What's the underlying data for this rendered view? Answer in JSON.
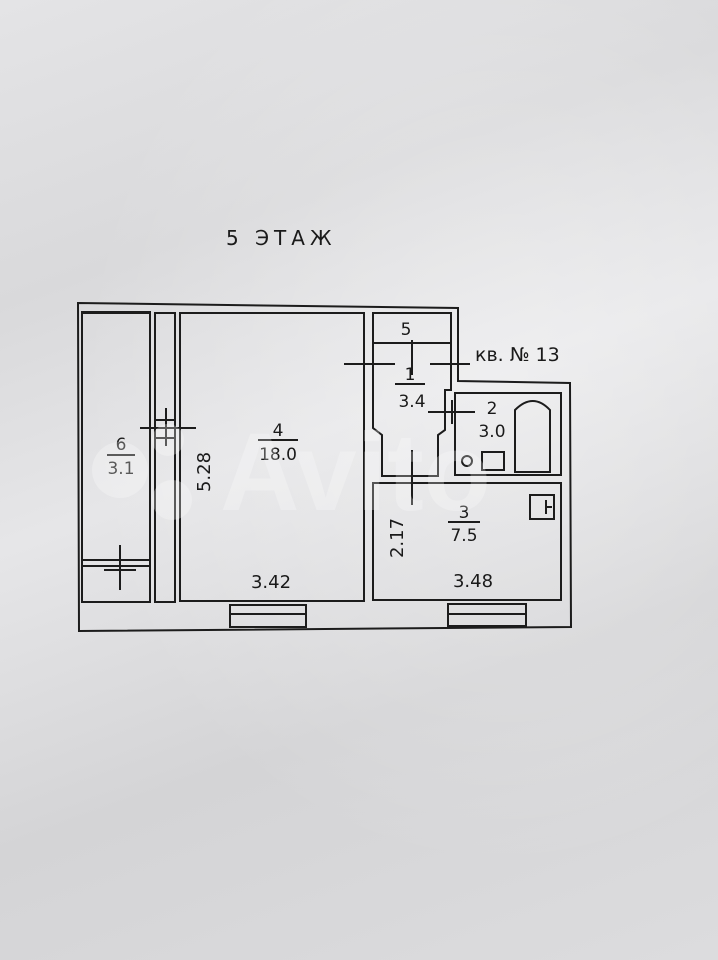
{
  "floor_title": "5 ЭТАЖ",
  "apartment_label": "кв. № 13",
  "rooms": [
    {
      "number": "1",
      "area": "3.4"
    },
    {
      "number": "2",
      "area": "3.0"
    },
    {
      "number": "3",
      "area": "7.5"
    },
    {
      "number": "4",
      "area": "18.0"
    },
    {
      "number": "5",
      "area": ""
    },
    {
      "number": "6",
      "area": "3.1"
    }
  ],
  "dimensions": {
    "room4_height": "5.28",
    "room4_width": "3.42",
    "room3_height": "2.17",
    "room3_width": "3.48"
  },
  "watermark_text": "Avito",
  "colors": {
    "line": "#1c1c1c",
    "paper": "#dedee0",
    "watermark": "#ffffff"
  }
}
